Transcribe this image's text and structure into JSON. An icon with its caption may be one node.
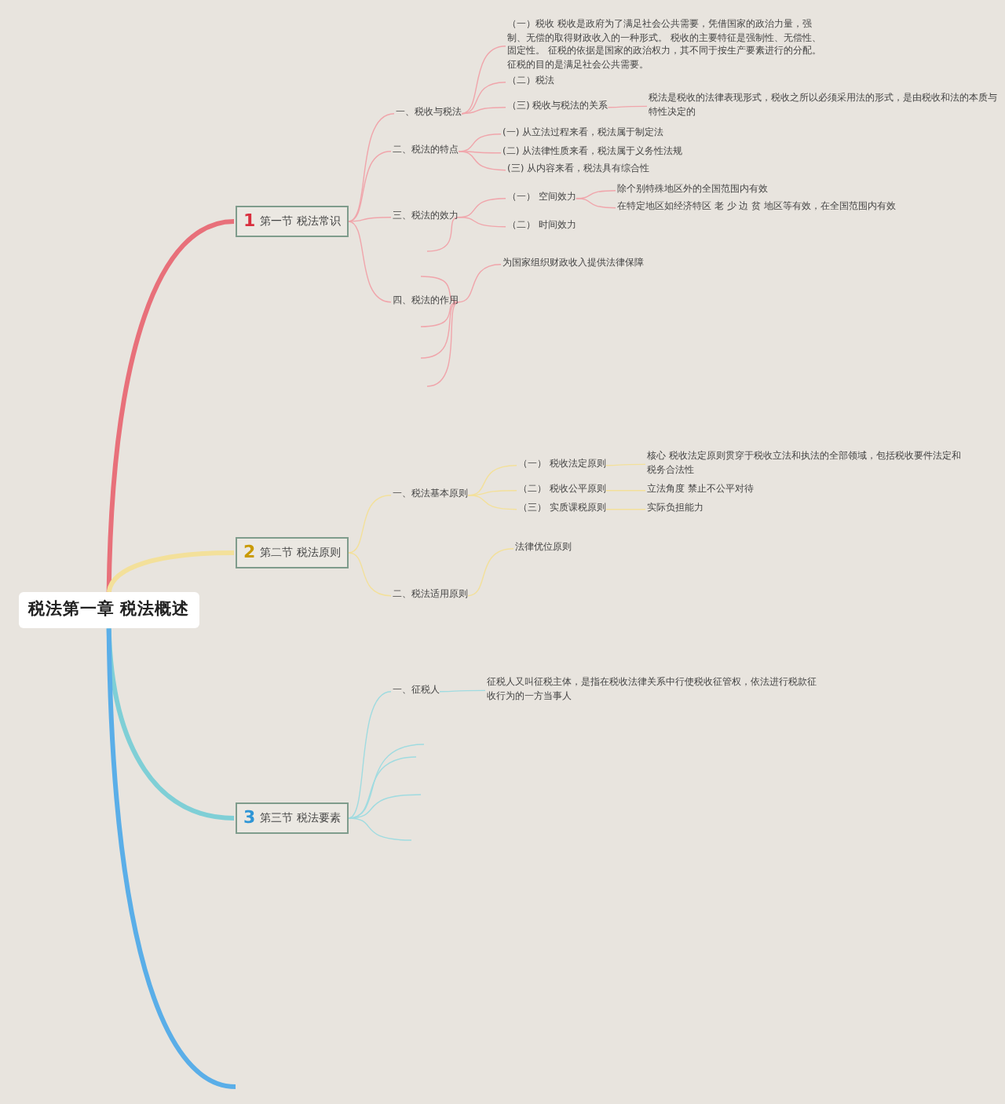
{
  "diagram": {
    "nodes": [
      {
        "text": [
          "税法第一章 税法概述"
        ]
      },
      {
        "text": [
          "1",
          "第一节 税法常识"
        ]
      },
      {
        "text": [
          "一、税收与税法"
        ]
      },
      {
        "text": [
          "（一）税收 税收是政府为了满足社会公共需要，凭借国家的政治力量，强制、无偿的取得财政收入的一种形式。 税收的主要特征是强制性、无偿性、固定性。 征税的依据是国家的政治权力，其不同于按生产要素进行的分配。征税的目的是满足社会公共需要。"
        ]
      },
      {
        "text": [
          "（二）税法"
        ]
      },
      {
        "text": [
          "（三) 税收与税法的关系"
        ]
      },
      {
        "text": [
          "税法是税收的法律表现形式，税收之所以必须采用法的形式，是由税收和法的本质与特性决定的"
        ]
      },
      {
        "text": [
          "二、税法的特点"
        ]
      },
      {
        "text": [
          "(一) 从立法过程来看，税法属于制定法"
        ]
      },
      {
        "text": [
          "(二) 从法律性质来看，税法属于义务性法规"
        ]
      },
      {
        "text": [
          "(三) 从内容来看，税法具有综合性"
        ]
      },
      {
        "text": [
          "三、税法的效力"
        ]
      },
      {
        "text": [
          "（一） 空间效力"
        ]
      },
      {
        "text": [
          "除个别特殊地区外的全国范围内有效"
        ]
      },
      {
        "text": [
          "在特定地区如经济特区 老 少 边 贫 地区等有效，在全国范围内有效"
        ]
      },
      {
        "text": [
          "（二） 时间效力"
        ]
      },
      {
        "text": [
          "四、税法的作用"
        ]
      },
      {
        "text": [
          "为国家组织财政收入提供法律保障"
        ]
      },
      {
        "text": [
          "2",
          "第二节 税法原则"
        ]
      },
      {
        "text": [
          "一、税法基本原则"
        ]
      },
      {
        "text": [
          "（一） 税收法定原则"
        ]
      },
      {
        "text": [
          "核心 税收法定原则贯穿于税收立法和执法的全部领域，包括税收要件法定和税务合法性"
        ]
      },
      {
        "text": [
          "（二） 税收公平原则"
        ]
      },
      {
        "text": [
          "立法角度 禁止不公平对待"
        ]
      },
      {
        "text": [
          "（三） 实质课税原则"
        ]
      },
      {
        "text": [
          "实际负担能力"
        ]
      },
      {
        "text": [
          "法律优位原则"
        ]
      },
      {
        "text": [
          "二、税法适用原则"
        ]
      },
      {
        "text": [
          "3",
          "第三节 税法要素"
        ]
      },
      {
        "text": [
          "一、征税人"
        ]
      },
      {
        "text": [
          "征税人又叫征税主体，是指在税收法律关系中行使税收征管权，依法进行税款征收行为的一方当事人"
        ]
      }
    ],
    "edges": [
      {
        "from": 0,
        "to": 1,
        "arrow": "none",
        "style": "thick",
        "color": "#e8707a"
      },
      {
        "from": 0,
        "to": 18,
        "arrow": "none",
        "style": "thick",
        "color": "#f3e09a"
      },
      {
        "from": 0,
        "to": 28,
        "arrow": "none",
        "style": "thick",
        "color": "#7fcfd6"
      },
      {
        "from": 0,
        "to": null,
        "arrow": "none",
        "style": "thick",
        "color": "#5aaee8"
      },
      {
        "from": 1,
        "to": 2,
        "arrow": "none",
        "color": "#f0a5ab"
      },
      {
        "from": 1,
        "to": 7,
        "arrow": "none",
        "color": "#f0a5ab"
      },
      {
        "from": 1,
        "to": 11,
        "arrow": "none",
        "color": "#f0a5ab"
      },
      {
        "from": 1,
        "to": 16,
        "arrow": "none",
        "color": "#f0a5ab"
      },
      {
        "from": 2,
        "to": 3,
        "arrow": "none",
        "color": "#f0a5ab"
      },
      {
        "from": 2,
        "to": 4,
        "arrow": "none",
        "color": "#f0a5ab"
      },
      {
        "from": 2,
        "to": 5,
        "arrow": "none",
        "color": "#f0a5ab"
      },
      {
        "from": 5,
        "to": 6,
        "arrow": "none",
        "color": "#f0a5ab"
      },
      {
        "from": 7,
        "to": 8,
        "arrow": "none",
        "color": "#f0a5ab"
      },
      {
        "from": 7,
        "to": 9,
        "arrow": "none",
        "color": "#f0a5ab"
      },
      {
        "from": 7,
        "to": 10,
        "arrow": "none",
        "color": "#f0a5ab"
      },
      {
        "from": 11,
        "to": 12,
        "arrow": "none",
        "color": "#f0a5ab"
      },
      {
        "from": 11,
        "to": 15,
        "arrow": "none",
        "color": "#f0a5ab"
      },
      {
        "from": 11,
        "to": null,
        "arrow": "none",
        "color": "#f0a5ab"
      },
      {
        "from": 12,
        "to": 13,
        "arrow": "none",
        "color": "#f0a5ab"
      },
      {
        "from": 12,
        "to": 14,
        "arrow": "none",
        "color": "#f0a5ab"
      },
      {
        "from": 16,
        "to": 17,
        "arrow": "none",
        "color": "#f0a5ab"
      },
      {
        "from": 16,
        "to": null,
        "arrow": "none",
        "color": "#f0a5ab"
      },
      {
        "from": 16,
        "to": null,
        "arrow": "none",
        "color": "#f0a5ab"
      },
      {
        "from": 16,
        "to": null,
        "arrow": "none",
        "color": "#f0a5ab"
      },
      {
        "from": 16,
        "to": null,
        "arrow": "none",
        "color": "#f0a5ab"
      },
      {
        "from": 18,
        "to": 19,
        "arrow": "none",
        "color": "#f3e09a"
      },
      {
        "from": 18,
        "to": 27,
        "arrow": "none",
        "color": "#f3e09a"
      },
      {
        "from": 19,
        "to": 20,
        "arrow": "none",
        "color": "#f3e09a"
      },
      {
        "from": 19,
        "to": 22,
        "arrow": "none",
        "color": "#f3e09a"
      },
      {
        "from": 19,
        "to": 24,
        "arrow": "none",
        "color": "#f3e09a"
      },
      {
        "from": 20,
        "to": 21,
        "arrow": "none",
        "color": "#f3e09a"
      },
      {
        "from": 22,
        "to": 23,
        "arrow": "none",
        "color": "#f3e09a"
      },
      {
        "from": 24,
        "to": 25,
        "arrow": "none",
        "color": "#f3e09a"
      },
      {
        "from": 27,
        "to": 26,
        "arrow": "none",
        "color": "#f3e09a"
      },
      {
        "from": 28,
        "to": 29,
        "arrow": "none",
        "color": "#9fdbe0"
      },
      {
        "from": 28,
        "to": null,
        "arrow": "none",
        "color": "#9fdbe0"
      },
      {
        "from": 28,
        "to": null,
        "arrow": "none",
        "color": "#9fdbe0"
      },
      {
        "from": 28,
        "to": null,
        "arrow": "none",
        "color": "#9fdbe0"
      },
      {
        "from": 28,
        "to": null,
        "arrow": "none",
        "color": "#9fdbe0"
      },
      {
        "from": 29,
        "to": 30,
        "arrow": "none",
        "color": "#9fdbe0"
      }
    ]
  }
}
